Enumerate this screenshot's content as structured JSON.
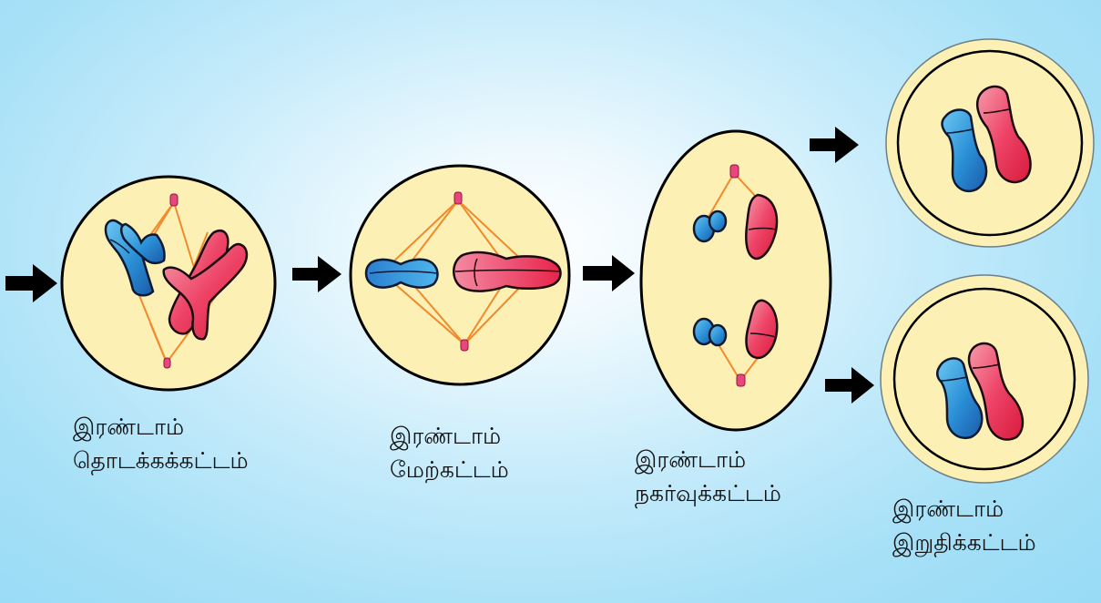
{
  "colors": {
    "cell_fill": "#fdf0b5",
    "cell_outline": "#000000",
    "chromosome_blue": "#2a8fd6",
    "chromosome_red": "#ee2f55",
    "spindle": "#f08a2c",
    "centriole": "#e8467c",
    "arrow": "#000000"
  },
  "stages": [
    {
      "line1": "இரண்டாம்",
      "line2": "தொடக்கக்கட்டம்"
    },
    {
      "line1": "இரண்டாம்",
      "line2": "மேற்கட்டம்"
    },
    {
      "line1": "இரண்டாம்",
      "line2": "நகர்வுக்கட்டம்"
    },
    {
      "line1": "இரண்டாம்",
      "line2": "இறுதிக்கட்டம்"
    }
  ]
}
